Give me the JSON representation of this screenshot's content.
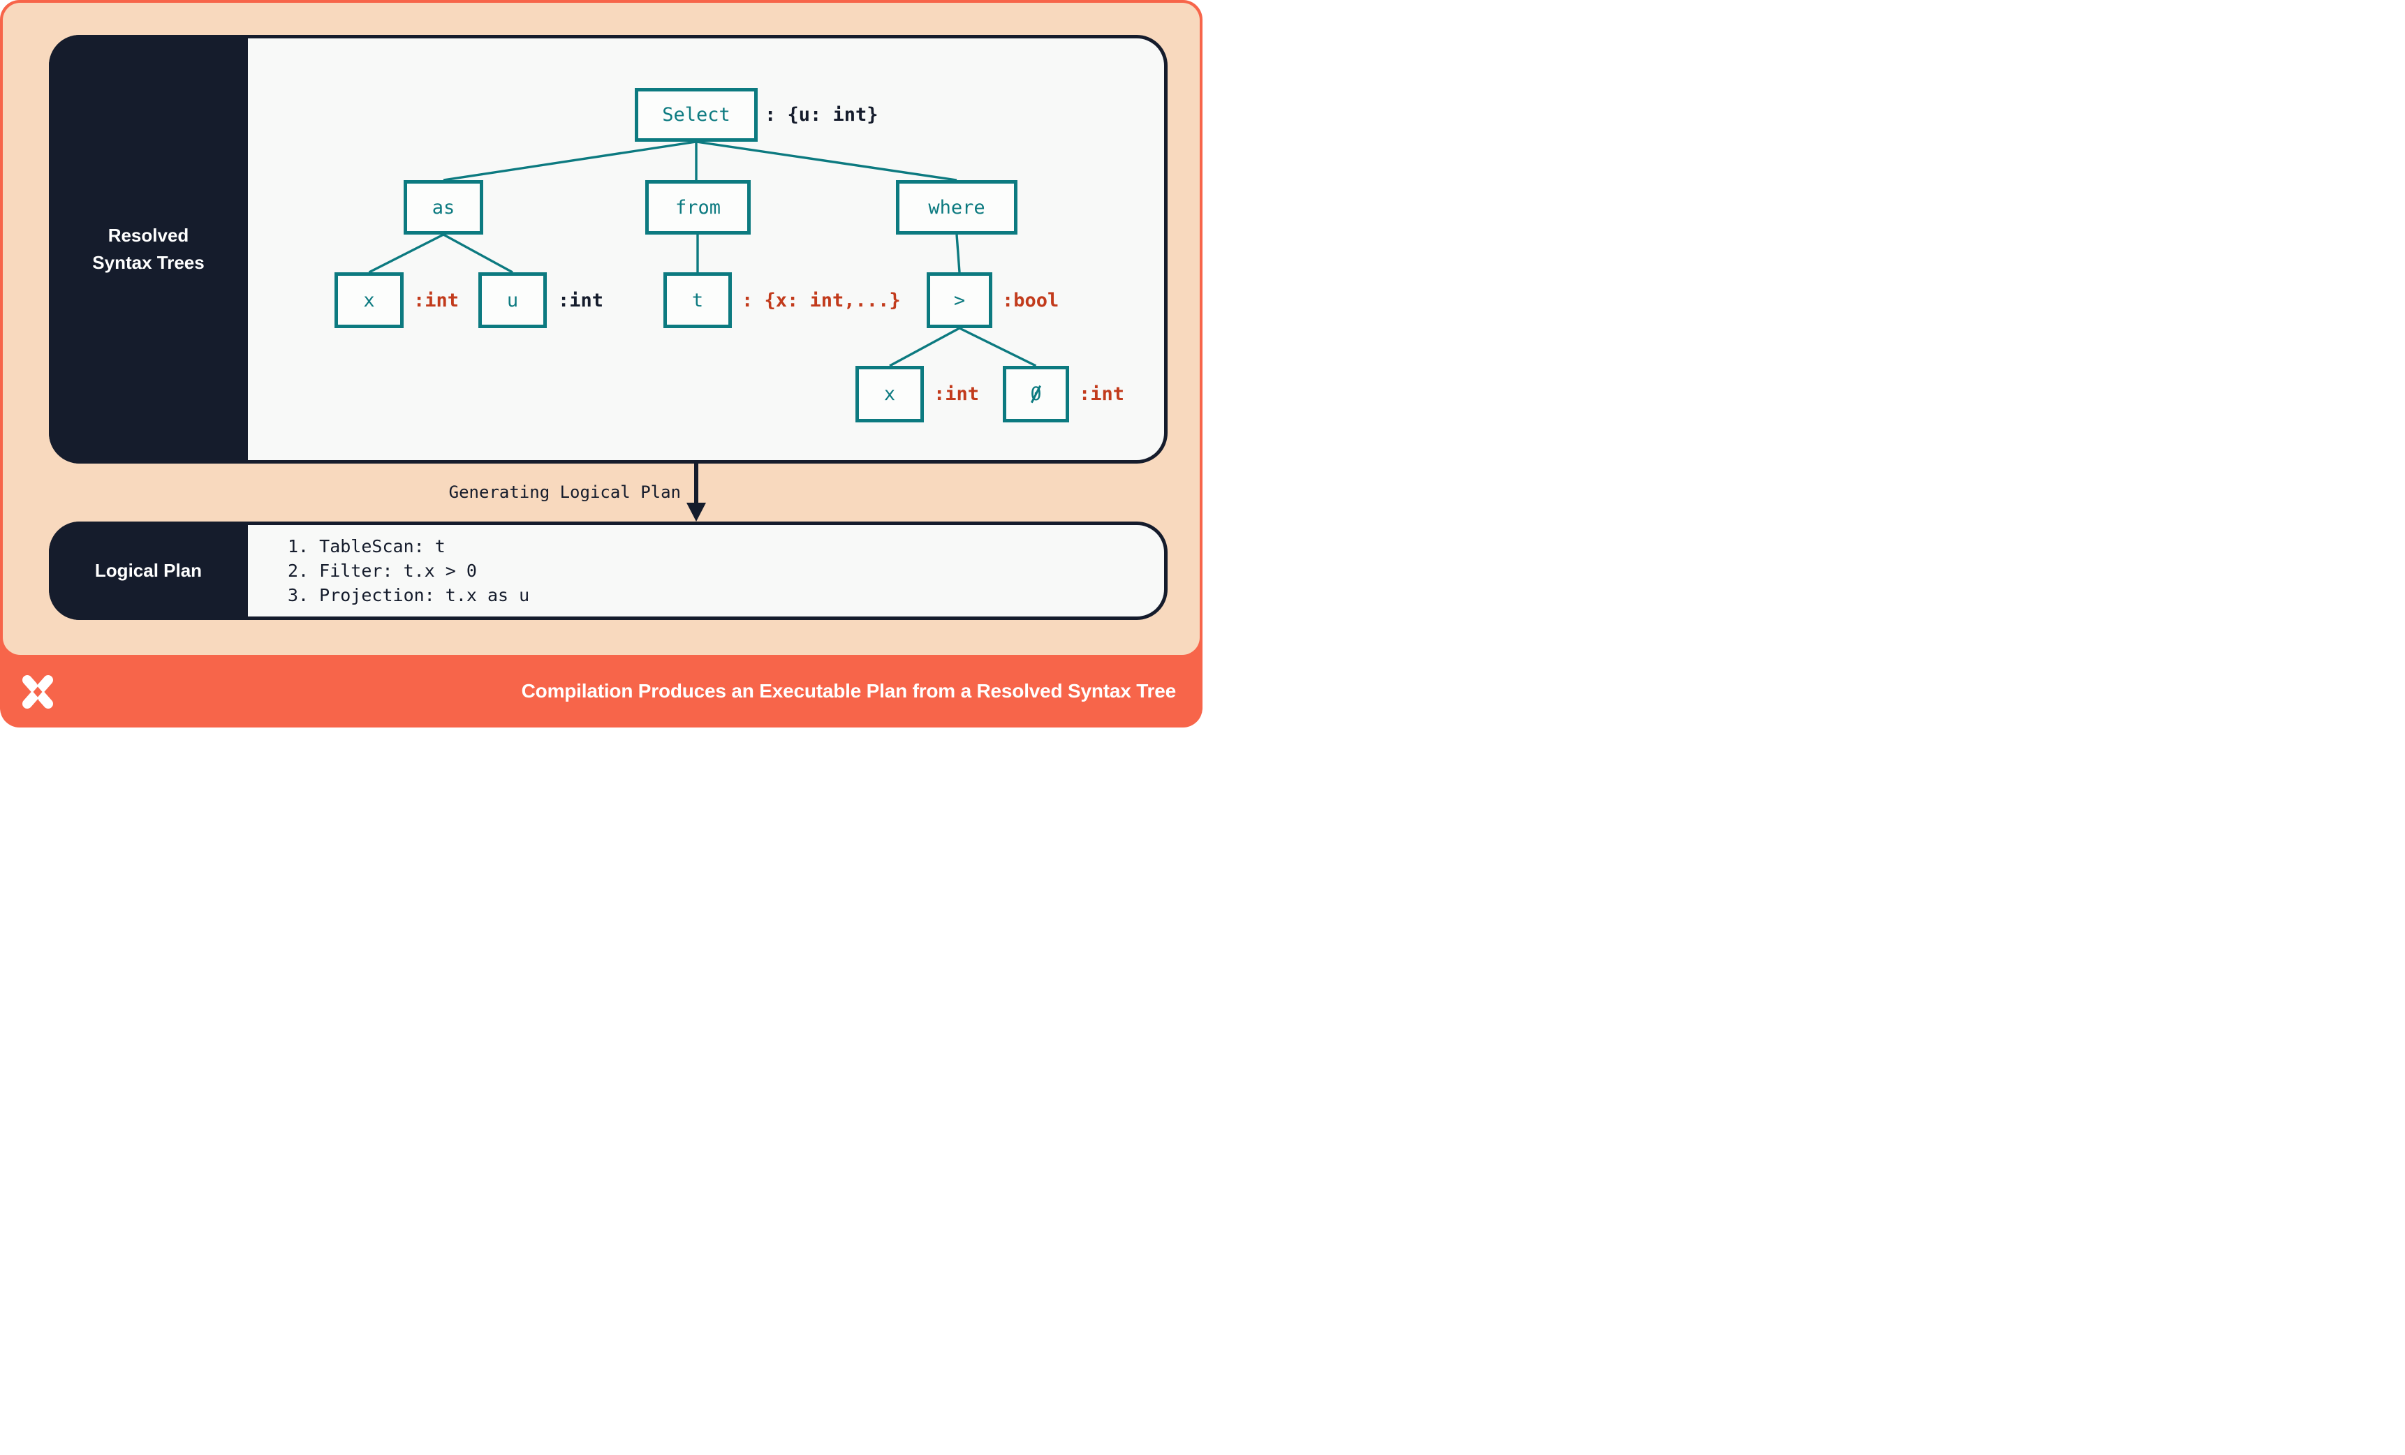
{
  "colors": {
    "frame_orange": "#F7654A",
    "background_peach": "#F8D9BE",
    "panel_navy": "#151C2C",
    "node_teal": "#0C7A80",
    "annotation_red": "#C23B1C",
    "surface_offwhite": "#F8F9F8",
    "text_white": "#FFFFFF"
  },
  "resolved_panel": {
    "title": "Resolved Syntax Trees",
    "title_lines": [
      "Resolved",
      "Syntax Trees"
    ],
    "tree": {
      "nodes": {
        "select": {
          "label": "Select",
          "annotation": ": {u: int}",
          "annotation_color": "navy"
        },
        "as": {
          "label": "as",
          "annotation": "",
          "annotation_color": ""
        },
        "from": {
          "label": "from",
          "annotation": "",
          "annotation_color": ""
        },
        "where": {
          "label": "where",
          "annotation": "",
          "annotation_color": ""
        },
        "x1": {
          "label": "x",
          "annotation": ":int",
          "annotation_color": "red"
        },
        "u": {
          "label": "u",
          "annotation": ":int",
          "annotation_color": "navy"
        },
        "t": {
          "label": "t",
          "annotation": ": {x: int,...}",
          "annotation_color": "red"
        },
        "gt": {
          "label": ">",
          "annotation": ":bool",
          "annotation_color": "red"
        },
        "x2": {
          "label": "x",
          "annotation": ":int",
          "annotation_color": "red"
        },
        "zero": {
          "label": "0",
          "annotation": ":int",
          "annotation_color": "red"
        }
      },
      "edges": [
        [
          "select",
          "as"
        ],
        [
          "select",
          "from"
        ],
        [
          "select",
          "where"
        ],
        [
          "as",
          "x1"
        ],
        [
          "as",
          "u"
        ],
        [
          "from",
          "t"
        ],
        [
          "where",
          "gt"
        ],
        [
          "gt",
          "x2"
        ],
        [
          "gt",
          "zero"
        ]
      ]
    }
  },
  "transition": {
    "label": "Generating Logical Plan",
    "arrow_icon": "arrow-down-icon"
  },
  "logical_panel": {
    "title": "Logical Plan",
    "steps": [
      "1. TableScan: t",
      "2. Filter: t.x > 0",
      "3. Projection: t.x as u"
    ]
  },
  "footer": {
    "logo_icon": "x-logo-icon",
    "title": "Compilation Produces an Executable Plan from a Resolved Syntax Tree"
  }
}
